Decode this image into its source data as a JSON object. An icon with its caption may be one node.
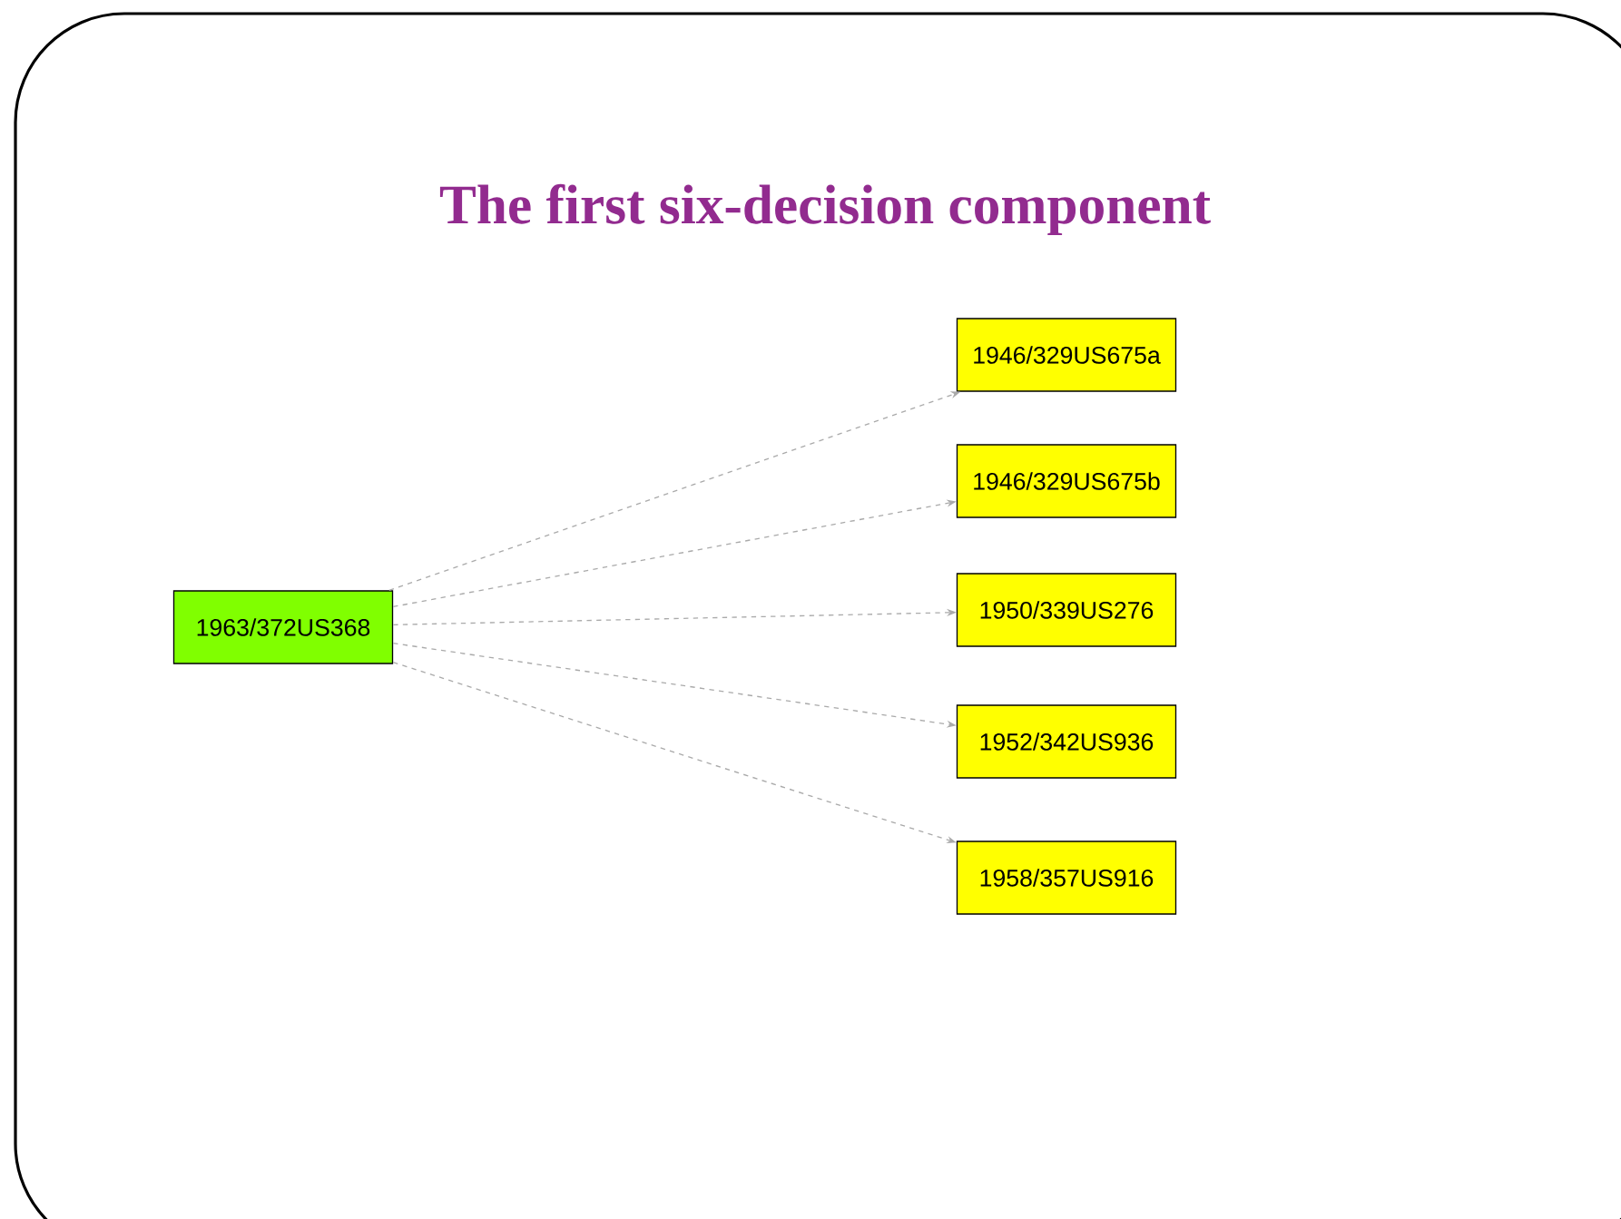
{
  "diagram": {
    "title": "The first six-decision component",
    "nodes": [
      {
        "text": [
          "1963/372US368"
        ]
      },
      {
        "text": [
          "1946/329US675a"
        ]
      },
      {
        "text": [
          "1946/329US675b"
        ]
      },
      {
        "text": [
          "1950/339US276"
        ]
      },
      {
        "text": [
          "1952/342US936"
        ]
      },
      {
        "text": [
          "1958/357US916"
        ]
      }
    ],
    "edges": [
      {
        "from": 0,
        "to": 1,
        "arrow": "to"
      },
      {
        "from": 0,
        "to": 2,
        "arrow": "to"
      },
      {
        "from": 0,
        "to": 3,
        "arrow": "to"
      },
      {
        "from": 0,
        "to": 4,
        "arrow": "to"
      },
      {
        "from": 0,
        "to": 5,
        "arrow": "to"
      }
    ]
  }
}
